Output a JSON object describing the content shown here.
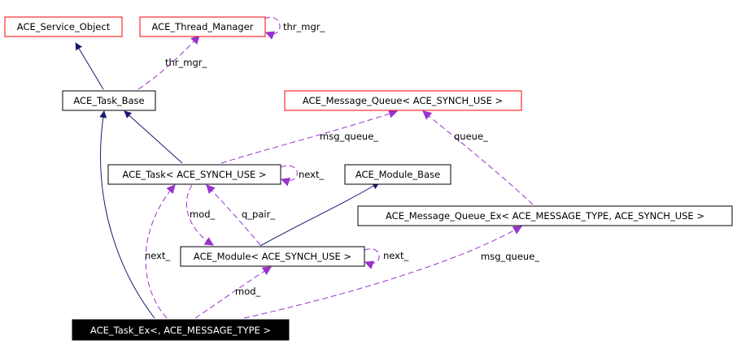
{
  "diagram": {
    "nodes": {
      "service_object": {
        "label": "ACE_Service_Object"
      },
      "thread_manager": {
        "label": "ACE_Thread_Manager"
      },
      "task_base": {
        "label": "ACE_Task_Base"
      },
      "message_queue": {
        "label": "ACE_Message_Queue< ACE_SYNCH_USE >"
      },
      "task": {
        "label": "ACE_Task< ACE_SYNCH_USE >"
      },
      "module_base": {
        "label": "ACE_Module_Base"
      },
      "message_queue_ex": {
        "label": "ACE_Message_Queue_Ex< ACE_MESSAGE_TYPE, ACE_SYNCH_USE >"
      },
      "module": {
        "label": "ACE_Module< ACE_SYNCH_USE >"
      },
      "task_ex": {
        "label": "ACE_Task_Ex<, ACE_MESSAGE_TYPE >"
      }
    },
    "edge_labels": {
      "thr_mgr_self": "thr_mgr_",
      "thr_mgr": "thr_mgr_",
      "msg_queue": "msg_queue_",
      "queue": "queue_",
      "task_next": "next_",
      "mod": "mod_",
      "q_pair": "q_pair_",
      "module_next": "next_",
      "taskex_next": "next_",
      "taskex_mod": "mod_",
      "taskex_msg_queue": "msg_queue_"
    },
    "colors": {
      "inheritance_edge": "#191970",
      "usage_edge": "#9a32cd",
      "external_node_border": "#ff0000",
      "node_border": "#000000",
      "focus_node_fill": "#000000",
      "focus_node_text": "#ffffff"
    }
  }
}
